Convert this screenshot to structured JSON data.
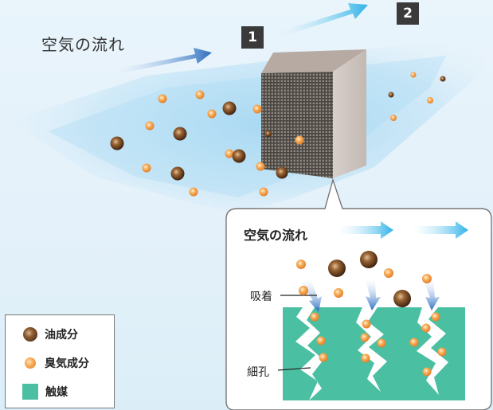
{
  "main_title": "空気の流れ",
  "steps": [
    "1",
    "2"
  ],
  "inset": {
    "title": "空気の流れ",
    "adsorption_label": "吸着",
    "pore_label": "細孔"
  },
  "legend": {
    "items": [
      {
        "label": "油成分",
        "icon": "oil-particle-icon"
      },
      {
        "label": "臭気成分",
        "icon": "odor-particle-icon"
      },
      {
        "label": "触媒",
        "icon": "catalyst-swatch-icon"
      }
    ]
  },
  "colors": {
    "background": "#e6f2fa",
    "airflow": "#bfe3f6",
    "arrow_blue": "#2f6fbf",
    "arrow_cyan": "#37b5ea",
    "catalyst": "#4bbfa1",
    "odor_particle": "#f6a84f",
    "oil_particle": "#5b3518"
  }
}
